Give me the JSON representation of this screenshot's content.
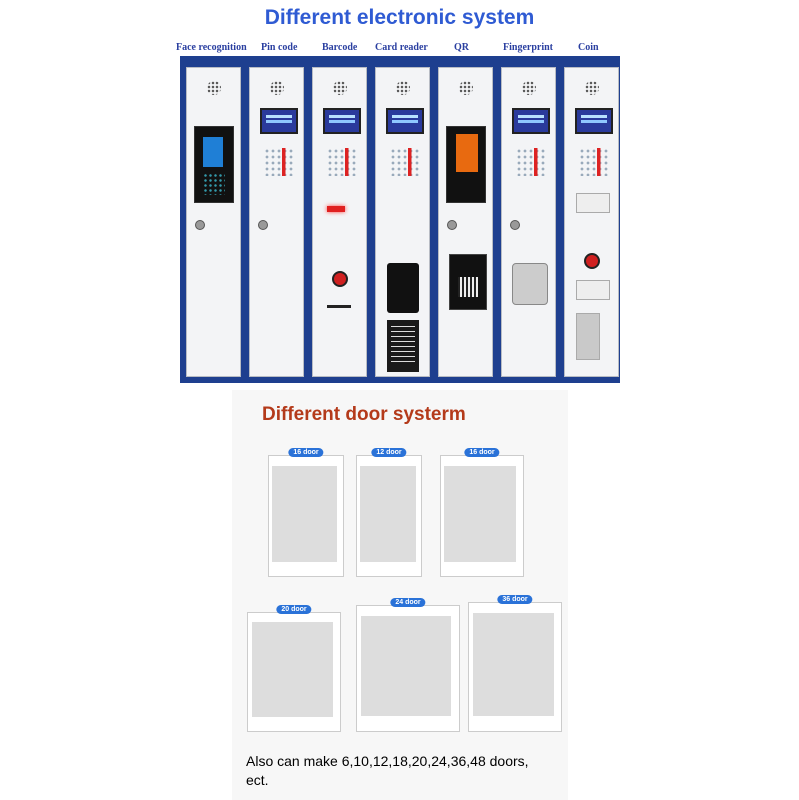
{
  "top": {
    "title": "Different electronic system",
    "systems": [
      {
        "label": "Face recognition"
      },
      {
        "label": "Pin code"
      },
      {
        "label": "Barcode"
      },
      {
        "label": "Card reader"
      },
      {
        "label": "QR"
      },
      {
        "label": "Fingerprint"
      },
      {
        "label": "Coin"
      }
    ],
    "panel_color": "#1e3f8f"
  },
  "doors": {
    "title": "Different door systerm",
    "lockers": [
      {
        "badge": "16 door"
      },
      {
        "badge": "12 door"
      },
      {
        "badge": "16 door"
      },
      {
        "badge": "20 door"
      },
      {
        "badge": "24 door"
      },
      {
        "badge": "36 door"
      }
    ],
    "note": "Also can make 6,10,12,18,20,24,36,48 doors, ect.",
    "accent": "#f08a1a"
  }
}
